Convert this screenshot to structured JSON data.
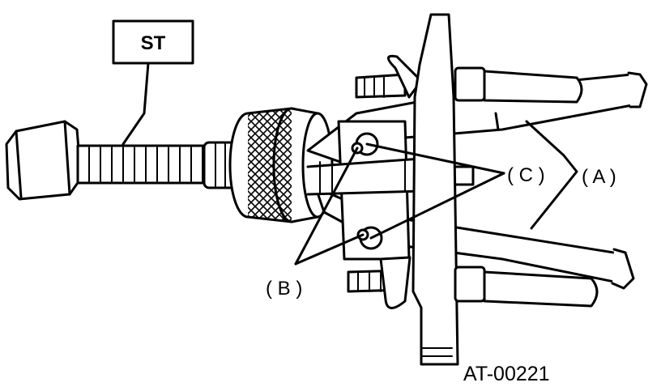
{
  "diagram": {
    "tool_label": "ST",
    "label_a": "( A )",
    "label_b": "( B )",
    "label_c": "( C )",
    "figure_code": "AT-00221"
  },
  "colors": {
    "stroke": "#000000",
    "fill": "#ffffff"
  }
}
